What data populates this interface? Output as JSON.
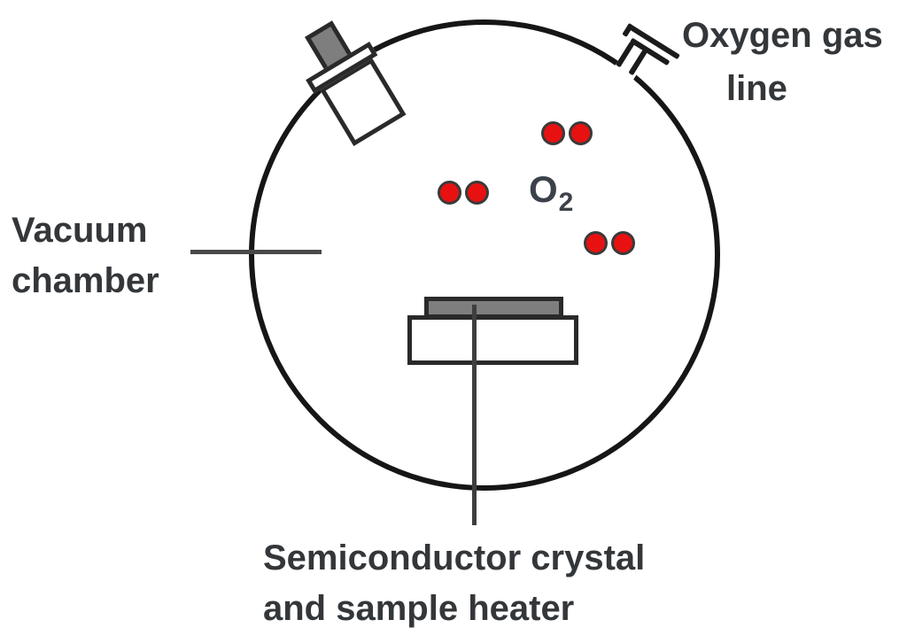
{
  "labels": {
    "vacuum_chamber": {
      "line1": "Vacuum",
      "line2": "chamber"
    },
    "oxygen_gas_line": {
      "line1": "Oxygen gas",
      "line2": "line"
    },
    "sample_stage": {
      "line1": "Semiconductor crystal",
      "line2": "and sample heater"
    },
    "molecule_formula": {
      "symbol": "O",
      "subscript": "2"
    }
  },
  "molecules": {
    "species_label": "O2",
    "count": 3,
    "atoms_per_molecule": 2
  },
  "colors": {
    "molecule_red": "#e81111",
    "chamber_outline": "#161616",
    "component_outline": "#2a2a2a",
    "metal_gray": "#7e7e7e",
    "label_text": "#34373a",
    "leader_line": "#494949"
  }
}
